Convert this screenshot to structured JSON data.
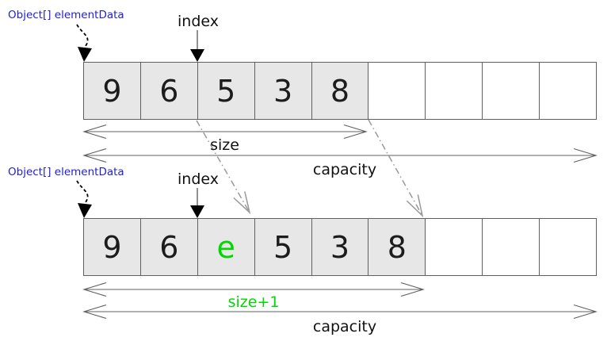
{
  "colors": {
    "label_blue": "#2222cc",
    "insert_green": "#00d800",
    "cell_fill": "#e7e7e7",
    "cell_border": "#606060",
    "arrow_color": "#606060",
    "shift_arrow_gray": "#999999",
    "pointer_black": "#000000"
  },
  "before": {
    "pointer_label": "Object[] elementData",
    "index_label": "index",
    "cells": [
      "9",
      "6",
      "5",
      "3",
      "8",
      "",
      "",
      "",
      ""
    ],
    "size_label": "size",
    "capacity_label": "capacity"
  },
  "after": {
    "pointer_label": "Object[] elementData",
    "index_label": "index",
    "cells": [
      "9",
      "6",
      "e",
      "5",
      "3",
      "8",
      "",
      "",
      ""
    ],
    "size_label": "size+1",
    "capacity_label": "capacity"
  }
}
